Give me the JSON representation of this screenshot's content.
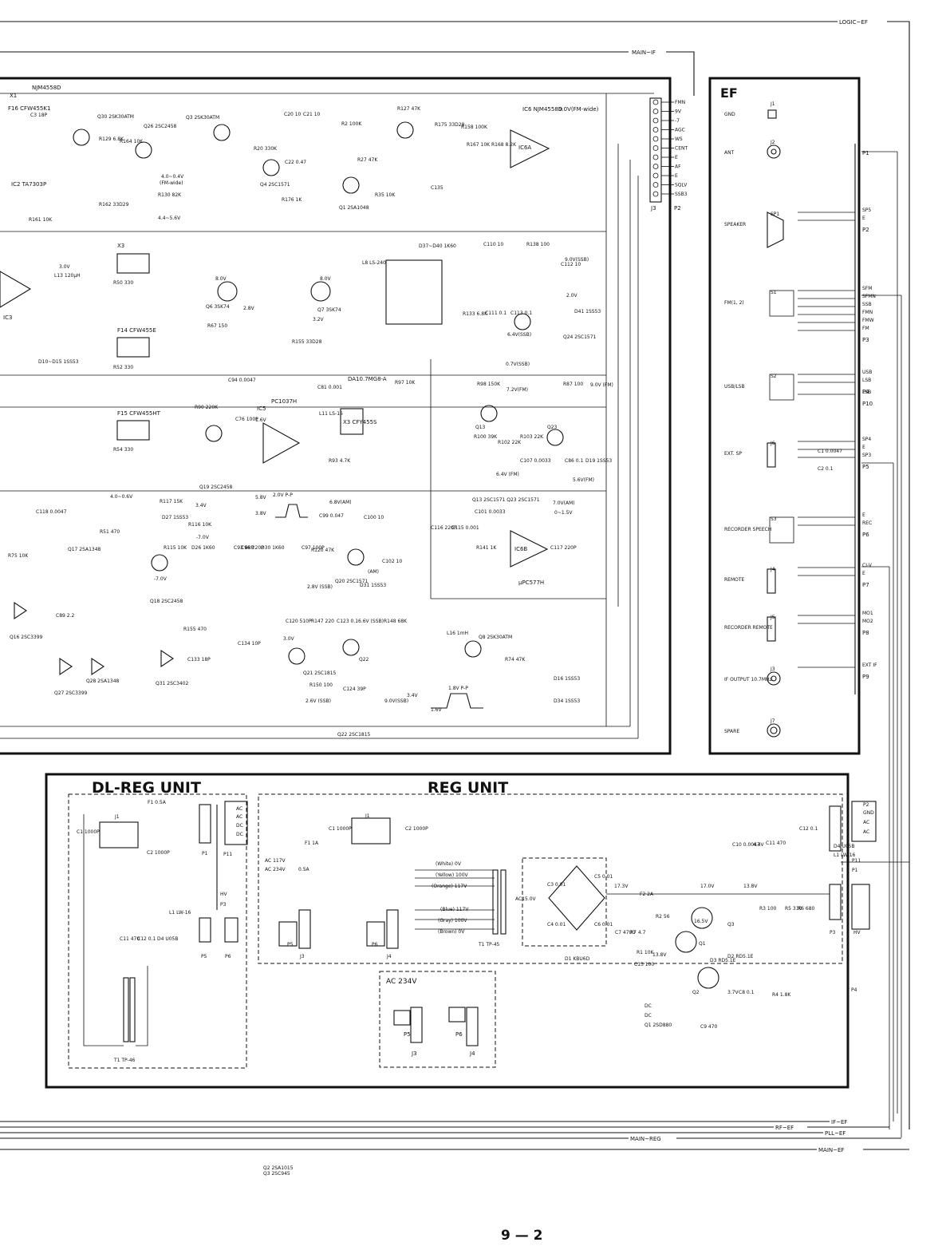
{
  "page": {
    "number": "9 — 2"
  },
  "buses": [
    {
      "id": "logic-ef",
      "label": "LOGIC~EF"
    },
    {
      "id": "main-if",
      "label": "MAIN~IF"
    },
    {
      "id": "if-ef",
      "label": "IF~EF"
    },
    {
      "id": "rf-ef",
      "label": "RF~EF"
    },
    {
      "id": "pll-ef",
      "label": "PLL~EF"
    },
    {
      "id": "main-reg",
      "label": "MAIN~REG"
    },
    {
      "id": "main-ef",
      "label": "MAIN~EF"
    }
  ],
  "if_unit": {
    "connector": "J3",
    "connector_plug": "P2",
    "pins": [
      "FMN",
      "9V",
      "-7",
      "AGC",
      "WS",
      "CENT",
      "E",
      "AF",
      "E",
      "SQLV",
      "SSB3"
    ],
    "ic_labels": [
      {
        "id": "ic6",
        "text": "IC6  NJM4558D"
      },
      {
        "id": "ic6-note",
        "text": "9.0V(FM-wide)"
      },
      {
        "id": "ic6a",
        "text": "IC6A"
      },
      {
        "id": "ic6b",
        "text": "IC6B"
      },
      {
        "id": "ic2",
        "text": "IC2  TA7303P"
      },
      {
        "id": "ic3",
        "text": "IC3"
      },
      {
        "id": "ic3-part",
        "text": "PC1037H"
      },
      {
        "id": "ic5",
        "text": "IC5"
      },
      {
        "id": "ic5-part",
        "text": "µPC577H"
      },
      {
        "id": "ic6-b-part",
        "text": "NJM4558D"
      },
      {
        "id": "x1",
        "text": "X1"
      },
      {
        "id": "x1-part",
        "text": "DA10.7MG8-A"
      },
      {
        "id": "x3",
        "text": "X3  CFY455S"
      },
      {
        "id": "x3-box",
        "text": "X3"
      },
      {
        "id": "f14",
        "text": "F14  CFW455E"
      },
      {
        "id": "f15",
        "text": "F15  CFW455HT"
      },
      {
        "id": "f16",
        "text": "F16  CFW455K1"
      }
    ],
    "transistor_labels": [
      {
        "id": "q30",
        "text": "Q30  2SK30ATM"
      },
      {
        "id": "q26",
        "text": "Q26  2SC2458"
      },
      {
        "id": "q3",
        "text": "Q3  2SK30ATM"
      },
      {
        "id": "q4",
        "text": "Q4  2SC1571"
      },
      {
        "id": "q1",
        "text": "Q1  2SA1048"
      },
      {
        "id": "q6",
        "text": "Q6  3SK74"
      },
      {
        "id": "q7",
        "text": "Q7  3SK74"
      },
      {
        "id": "q24",
        "text": "Q24  2SC1571"
      },
      {
        "id": "q19",
        "text": "Q19  2SC2458"
      },
      {
        "id": "q13",
        "text": "Q13"
      },
      {
        "id": "q23",
        "text": "Q23"
      },
      {
        "id": "q13-23",
        "text": "Q13  2SC1571   Q23  2SC1571"
      },
      {
        "id": "q17",
        "text": "Q17  2SA1348"
      },
      {
        "id": "q18",
        "text": "Q18  2SC2458"
      },
      {
        "id": "q20",
        "text": "Q20  2SC1571"
      },
      {
        "id": "q16",
        "text": "Q16  2SC3399"
      },
      {
        "id": "q27",
        "text": "Q27  2SC3399"
      },
      {
        "id": "q28",
        "text": "Q28  2SA1348"
      },
      {
        "id": "q31",
        "text": "Q31  2SC3402"
      },
      {
        "id": "q21",
        "text": "Q21  2SC1815"
      },
      {
        "id": "q22",
        "text": "Q22"
      },
      {
        "id": "q8",
        "text": "Q8  2SK30ATM"
      },
      {
        "id": "q22-footer",
        "text": "Q22  2SC1815"
      }
    ],
    "component_labels": [
      {
        "id": "r127",
        "text": "R127  47K"
      },
      {
        "id": "r175",
        "text": "R175  33D28"
      },
      {
        "id": "r158",
        "text": "R158  100K"
      },
      {
        "id": "r167",
        "text": "R167  10K"
      },
      {
        "id": "r168",
        "text": "R168  8.2K"
      },
      {
        "id": "r2",
        "text": "R2  100K"
      },
      {
        "id": "r20",
        "text": "R20  330K"
      },
      {
        "id": "r176",
        "text": "R176  1K"
      },
      {
        "id": "r27",
        "text": "R27  47K"
      },
      {
        "id": "r35",
        "text": "R35  10K"
      },
      {
        "id": "r129",
        "text": "R129  6.8K"
      },
      {
        "id": "r164",
        "text": "R164  10K"
      },
      {
        "id": "r162",
        "text": "R162  33D29"
      },
      {
        "id": "r130",
        "text": "R130  82K"
      },
      {
        "id": "r161",
        "text": "R161  10K"
      },
      {
        "id": "c3",
        "text": "C3  18P"
      },
      {
        "id": "c20",
        "text": "C20  10"
      },
      {
        "id": "c21",
        "text": "C21  10"
      },
      {
        "id": "c22",
        "text": "C22  0.47"
      },
      {
        "id": "c135",
        "text": "C135"
      },
      {
        "id": "d27-d40",
        "text": "D37~D40  1K60"
      },
      {
        "id": "l8",
        "text": "L8  LS-240"
      },
      {
        "id": "r138",
        "text": "R138  100"
      },
      {
        "id": "c110",
        "text": "C110  10"
      },
      {
        "id": "c112",
        "text": "C112  10"
      },
      {
        "id": "d41",
        "text": "D41  1SS53"
      },
      {
        "id": "r133",
        "text": "R133  6.8K"
      },
      {
        "id": "c111",
        "text": "C111  0.1"
      },
      {
        "id": "c113",
        "text": "C113  0.1"
      },
      {
        "id": "r155",
        "text": "R155  33D28"
      },
      {
        "id": "l13",
        "text": "L13  120µH"
      },
      {
        "id": "r50",
        "text": "R50  330"
      },
      {
        "id": "r52",
        "text": "R52  330"
      },
      {
        "id": "r54",
        "text": "R54  330"
      },
      {
        "id": "d10-15",
        "text": "D10~D15  1SS53"
      },
      {
        "id": "r67",
        "text": "R67  150"
      },
      {
        "id": "r90",
        "text": "R90  220K"
      },
      {
        "id": "c94",
        "text": "C94  0.0047"
      },
      {
        "id": "c76",
        "text": "C76  100P"
      },
      {
        "id": "l11",
        "text": "L11  LS-16"
      },
      {
        "id": "c81",
        "text": "C81  0.001"
      },
      {
        "id": "r97",
        "text": "R97  10K"
      },
      {
        "id": "r93",
        "text": "R93  4.7K"
      },
      {
        "id": "r98",
        "text": "R98  150K"
      },
      {
        "id": "r87",
        "text": "R87  100"
      },
      {
        "id": "r100",
        "text": "R100  39K"
      },
      {
        "id": "r102",
        "text": "R102  22K"
      },
      {
        "id": "r103",
        "text": "R103  22K"
      },
      {
        "id": "c107",
        "text": "C107  0.0033"
      },
      {
        "id": "c86",
        "text": "C86  0.1"
      },
      {
        "id": "d19",
        "text": "D19  1SS53"
      },
      {
        "id": "r117",
        "text": "R117  15K"
      },
      {
        "id": "d27",
        "text": "D27  1SS53"
      },
      {
        "id": "r116",
        "text": "R116  10K"
      },
      {
        "id": "r115",
        "text": "R115  10K"
      },
      {
        "id": "d26",
        "text": "D26  1K60"
      },
      {
        "id": "c93",
        "text": "C93  68P"
      },
      {
        "id": "c96",
        "text": "C96  220P"
      },
      {
        "id": "d30",
        "text": "D30  1K60"
      },
      {
        "id": "c97",
        "text": "C97  100P"
      },
      {
        "id": "r120",
        "text": "R120  47K"
      },
      {
        "id": "c99",
        "text": "C99  0.047"
      },
      {
        "id": "c100",
        "text": "C100  10"
      },
      {
        "id": "c102",
        "text": "C102  10"
      },
      {
        "id": "d31",
        "text": "D31  1SS53"
      },
      {
        "id": "c101",
        "text": "C101  0.0033"
      },
      {
        "id": "c116",
        "text": "C116  220P"
      },
      {
        "id": "c115",
        "text": "C115  0.001"
      },
      {
        "id": "r141",
        "text": "R141  1K"
      },
      {
        "id": "c117",
        "text": "C117  220P"
      },
      {
        "id": "c118",
        "text": "C118  0.0047"
      },
      {
        "id": "r51",
        "text": "R51  470"
      },
      {
        "id": "c89",
        "text": "C89  2.2"
      },
      {
        "id": "r155b",
        "text": "R155  470"
      },
      {
        "id": "c133",
        "text": "C133  18P"
      },
      {
        "id": "c134",
        "text": "C134  10P"
      },
      {
        "id": "c120",
        "text": "C120  510P"
      },
      {
        "id": "r147",
        "text": "R147  220"
      },
      {
        "id": "c123",
        "text": "C123  0.1"
      },
      {
        "id": "r148",
        "text": "R148  68K"
      },
      {
        "id": "r150",
        "text": "R150  100"
      },
      {
        "id": "c124",
        "text": "C124  39P"
      },
      {
        "id": "l16",
        "text": "L16  1mH"
      },
      {
        "id": "r74",
        "text": "R74  47K"
      },
      {
        "id": "d16",
        "text": "D16  1SS53"
      },
      {
        "id": "d34",
        "text": "D34  1SS53"
      },
      {
        "id": "r75",
        "text": "R75  10K"
      }
    ],
    "voltages": [
      {
        "id": "v-44-56",
        "text": "4.4~5.6V"
      },
      {
        "id": "v-40-04",
        "text": "4.0~0.4V"
      },
      {
        "id": "v-fmwide",
        "text": "(FM-wide)"
      },
      {
        "id": "v-30",
        "text": "3.0V"
      },
      {
        "id": "v-80a",
        "text": "8.0V"
      },
      {
        "id": "v-80b",
        "text": "8.0V"
      },
      {
        "id": "v-28",
        "text": "2.8V"
      },
      {
        "id": "v-32",
        "text": "3.2V"
      },
      {
        "id": "v-90ssb",
        "text": "9.0V(SSB)"
      },
      {
        "id": "v-20",
        "text": "2.0V"
      },
      {
        "id": "v-64ssb",
        "text": "6.4V(SSB)"
      },
      {
        "id": "v-07ssb",
        "text": "0.7V(SSB)"
      },
      {
        "id": "v-72fm",
        "text": "7.2V(FM)"
      },
      {
        "id": "v-90fm",
        "text": "9.0V (FM)"
      },
      {
        "id": "v-64fm",
        "text": "6.4V (FM)"
      },
      {
        "id": "v-56fm",
        "text": "5.6V(FM)"
      },
      {
        "id": "v-16",
        "text": "1.6V"
      },
      {
        "id": "v-40-06",
        "text": "4.0~0.6V"
      },
      {
        "id": "v-34",
        "text": "3.4V"
      },
      {
        "id": "v-70a",
        "text": "-7.0V"
      },
      {
        "id": "v-70b",
        "text": "-7.0V"
      },
      {
        "id": "v-58",
        "text": "5.8V"
      },
      {
        "id": "v-38",
        "text": "3.8V"
      },
      {
        "id": "v-20pp",
        "text": "2.0V P-P"
      },
      {
        "id": "v-68am",
        "text": "6.8V(AM)"
      },
      {
        "id": "v-70am",
        "text": "7.0V(AM)"
      },
      {
        "id": "v-0-15",
        "text": "0~1.5V"
      },
      {
        "id": "v-am",
        "text": "(AM)"
      },
      {
        "id": "v-28ssb",
        "text": "2.8V (SSB)"
      },
      {
        "id": "v-30b",
        "text": "3.0V"
      },
      {
        "id": "v-66ssb",
        "text": "6.6V (SSB)"
      },
      {
        "id": "v-26ssb",
        "text": "2.6V (SSB)"
      },
      {
        "id": "v-90ssb2",
        "text": "9.0V(SSB)"
      },
      {
        "id": "v-34b",
        "text": "3.4V"
      },
      {
        "id": "v-16b",
        "text": "1.6V"
      },
      {
        "id": "v-18pp",
        "text": "1.8V P-P"
      }
    ]
  },
  "ef_unit": {
    "title": "EF",
    "items": [
      {
        "id": "gnd",
        "label": "GND",
        "ref": "J1"
      },
      {
        "id": "ant",
        "label": "ANT",
        "ref": "J2",
        "pin": "ANT",
        "plug": "P1"
      },
      {
        "id": "speaker",
        "label": "SPEAKER",
        "ref": "SP1",
        "pins": [
          "SP5",
          "E"
        ],
        "plug": "P2"
      },
      {
        "id": "fm-switch",
        "label": "FM(1, 2)",
        "ref": "S1",
        "pins": [
          "SFM",
          "SFMN",
          "SSB",
          "FMN",
          "FMW",
          "FM"
        ],
        "plug": "P3"
      },
      {
        "id": "usb-lsb",
        "label": "USB/LSB",
        "ref": "S2",
        "pins": [
          "USB",
          "LSB"
        ],
        "plug": "P4"
      },
      {
        "id": "lsb",
        "label": "",
        "ref": "",
        "pins": [
          "LSB"
        ],
        "plug": "P10"
      },
      {
        "id": "ext-sp",
        "label": "EXT. SP",
        "ref": "J6",
        "pins": [
          "SP4",
          "E",
          "SP3"
        ],
        "plug": "P5",
        "parts": [
          "C1  0.0047",
          "C2  0.1"
        ]
      },
      {
        "id": "rec-speech",
        "label": "RECORDER SPEECH",
        "ref": "S3",
        "pins": [
          "E",
          "REC"
        ],
        "plug": "P6"
      },
      {
        "id": "remote",
        "label": "REMOTE",
        "ref": "J4",
        "pins": [
          "CI-V",
          "E"
        ],
        "plug": "P7"
      },
      {
        "id": "rec-remote",
        "label": "RECORDER REMOTE",
        "ref": "J5",
        "pins": [
          "MO1",
          "MO2"
        ],
        "plug": "P8"
      },
      {
        "id": "if-output",
        "label": "IF OUTPUT 10.7MHz",
        "ref": "J3",
        "pins": [
          "EXT IF"
        ],
        "plug": "P9"
      },
      {
        "id": "spare",
        "label": "SPARE",
        "ref": "J7"
      }
    ]
  },
  "dl_reg_unit": {
    "title": "DL-REG UNIT",
    "labels": [
      {
        "id": "f1",
        "text": "F1  0.5A"
      },
      {
        "id": "j1",
        "text": "J1"
      },
      {
        "id": "c1",
        "text": "C1  1000P"
      },
      {
        "id": "c2",
        "text": "C2  1000P"
      },
      {
        "id": "p1",
        "text": "P1"
      },
      {
        "id": "p11",
        "text": "P11"
      },
      {
        "id": "p3",
        "text": "P3"
      },
      {
        "id": "hv",
        "text": "HV"
      },
      {
        "id": "l1",
        "text": "L1  LW-16"
      },
      {
        "id": "c11",
        "text": "C11 470"
      },
      {
        "id": "c12",
        "text": "C12 0.1"
      },
      {
        "id": "d4",
        "text": "D4  U05B"
      },
      {
        "id": "p5",
        "text": "P5"
      },
      {
        "id": "p6",
        "text": "P6"
      },
      {
        "id": "t1",
        "text": "T1  TP-46"
      },
      {
        "id": "ac1",
        "text": "AC"
      },
      {
        "id": "ac2",
        "text": "AC"
      },
      {
        "id": "dc1",
        "text": "DC"
      },
      {
        "id": "dc2",
        "text": "DC"
      }
    ]
  },
  "reg_unit": {
    "title": "REG UNIT",
    "labels": [
      {
        "id": "ac117",
        "text": "AC 117V"
      },
      {
        "id": "ac234",
        "text": "AC 234V"
      },
      {
        "id": "f05",
        "text": "0.5A"
      },
      {
        "id": "f1",
        "text": "F1  1A"
      },
      {
        "id": "c1",
        "text": "C1  1000P"
      },
      {
        "id": "c2",
        "text": "C2  1000P"
      },
      {
        "id": "j1",
        "text": "J1"
      },
      {
        "id": "white",
        "text": "(White) 0V"
      },
      {
        "id": "yellow",
        "text": "(Yellow) 100V"
      },
      {
        "id": "orange",
        "text": "(Orange) 117V"
      },
      {
        "id": "blue",
        "text": "(Blue) 117V"
      },
      {
        "id": "gray",
        "text": "(Gray) 100V"
      },
      {
        "id": "brown",
        "text": "(Brown) 0V"
      },
      {
        "id": "t1",
        "text": "T1  TP-45"
      },
      {
        "id": "j3",
        "text": "J3"
      },
      {
        "id": "j4",
        "text": "J4"
      },
      {
        "id": "p5",
        "text": "P5"
      },
      {
        "id": "p6",
        "text": "P6"
      },
      {
        "id": "ac15",
        "text": "AC15.0V"
      },
      {
        "id": "c3",
        "text": "C3  0.01"
      },
      {
        "id": "c4",
        "text": "C4  0.01"
      },
      {
        "id": "c5",
        "text": "C5  0.01"
      },
      {
        "id": "c6",
        "text": "C6  0.01"
      },
      {
        "id": "d1",
        "text": "D1  KBU6D"
      },
      {
        "id": "c7",
        "text": "C7  4700"
      },
      {
        "id": "v173",
        "text": "17.3V"
      },
      {
        "id": "f2",
        "text": "F2  2A"
      },
      {
        "id": "r2",
        "text": "R2  56"
      },
      {
        "id": "r7",
        "text": "R7  4.7"
      },
      {
        "id": "v170",
        "text": "17.0V"
      },
      {
        "id": "v138a",
        "text": "13.8V"
      },
      {
        "id": "v138b",
        "text": "13.8V"
      },
      {
        "id": "r1",
        "text": "R1  10K"
      },
      {
        "id": "c13",
        "text": "C13 100"
      },
      {
        "id": "v165",
        "text": "16.5V"
      },
      {
        "id": "q1",
        "text": "Q1"
      },
      {
        "id": "q2",
        "text": "Q2"
      },
      {
        "id": "q3",
        "text": "Q3"
      },
      {
        "id": "d2",
        "text": "D2  RD5.1E"
      },
      {
        "id": "d3",
        "text": "D3  RD5.1E"
      },
      {
        "id": "v37",
        "text": "3.7V"
      },
      {
        "id": "c8",
        "text": "C8  0.1"
      },
      {
        "id": "r3",
        "text": "R3  100"
      },
      {
        "id": "r4",
        "text": "R4  1.8K"
      },
      {
        "id": "r5",
        "text": "R5  330"
      },
      {
        "id": "r6",
        "text": "R6  680"
      },
      {
        "id": "c9",
        "text": "C9  470"
      },
      {
        "id": "c10",
        "text": "C10  0.0047"
      },
      {
        "id": "v44",
        "text": "4.4V"
      },
      {
        "id": "c11",
        "text": "C11  470"
      },
      {
        "id": "c12",
        "text": "C12  0.1"
      },
      {
        "id": "d4",
        "text": "D4  U05B"
      },
      {
        "id": "l1",
        "text": "L1  LW-16"
      },
      {
        "id": "p1",
        "text": "P1"
      },
      {
        "id": "p11",
        "text": "P11"
      },
      {
        "id": "p3",
        "text": "P3"
      },
      {
        "id": "hv",
        "text": "HV"
      },
      {
        "id": "p4",
        "text": "P4"
      },
      {
        "id": "p2",
        "text": "P2"
      },
      {
        "id": "gnd",
        "text": "GND"
      },
      {
        "id": "ac-a",
        "text": "AC"
      },
      {
        "id": "ac-b",
        "text": "AC"
      },
      {
        "id": "dc-a",
        "text": "DC"
      },
      {
        "id": "dc-b",
        "text": "DC"
      },
      {
        "id": "q-list-1",
        "text": "Q1  2SD880"
      },
      {
        "id": "q-list-2",
        "text": "Q2  2SA1015"
      },
      {
        "id": "q-list-3",
        "text": "Q3  2SC945"
      }
    ],
    "ac234_box": {
      "title": "AC 234V",
      "labels": [
        "P5",
        "P6",
        "J3",
        "J4"
      ]
    }
  }
}
